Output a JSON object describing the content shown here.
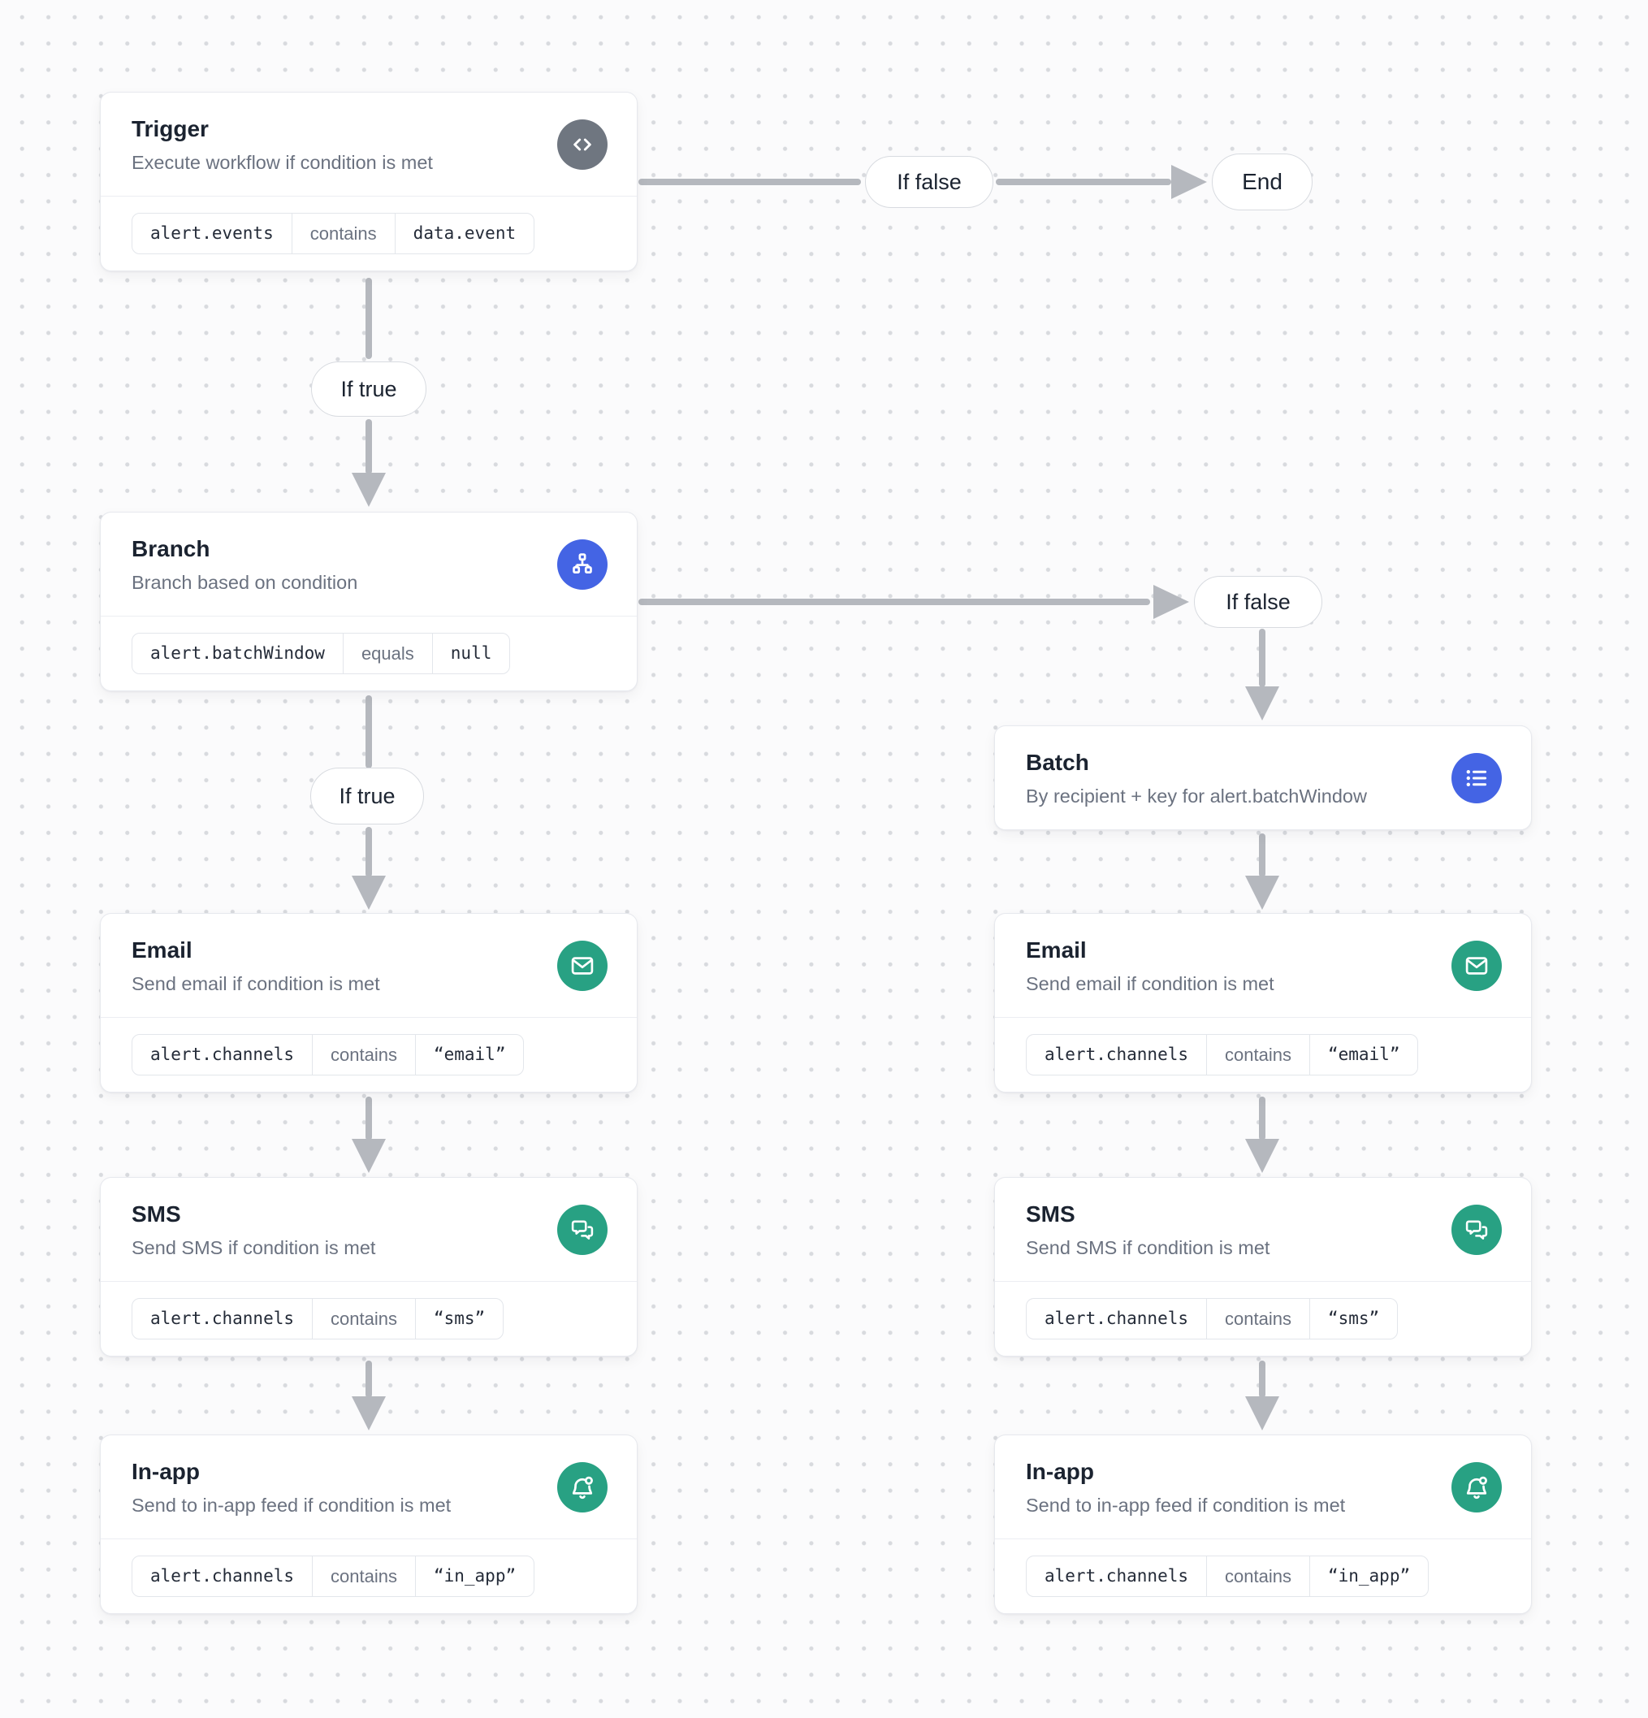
{
  "canvas": {
    "background": "#fbfbfc",
    "dot_color": "#d8dade"
  },
  "colors": {
    "trigger_icon_bg": "#6f7680",
    "branch_icon_bg": "#4464e4",
    "batch_icon_bg": "#4464e4",
    "channel_icon_bg": "#28a183",
    "connector": "#b5b8be"
  },
  "nodes": {
    "trigger": {
      "title": "Trigger",
      "subtitle": "Execute workflow if condition is met",
      "icon": "code-icon",
      "condition": {
        "field": "alert.events",
        "operator": "contains",
        "value": "data.event"
      }
    },
    "branch": {
      "title": "Branch",
      "subtitle": "Branch based on condition",
      "icon": "sitemap-icon",
      "condition": {
        "field": "alert.batchWindow",
        "operator": "equals",
        "value": "null"
      }
    },
    "batch": {
      "title": "Batch",
      "subtitle": "By recipient + key for alert.batchWindow",
      "icon": "list-icon"
    },
    "email": {
      "title": "Email",
      "subtitle": "Send email if condition is met",
      "icon": "mail-icon",
      "condition": {
        "field": "alert.channels",
        "operator": "contains",
        "value": "“email”"
      }
    },
    "sms": {
      "title": "SMS",
      "subtitle": "Send SMS if condition is met",
      "icon": "chat-icon",
      "condition": {
        "field": "alert.channels",
        "operator": "contains",
        "value": "“sms”"
      }
    },
    "inapp": {
      "title": "In-app",
      "subtitle": "Send to in-app feed if condition is met",
      "icon": "bell-icon",
      "condition": {
        "field": "alert.channels",
        "operator": "contains",
        "value": "“in_app”"
      }
    }
  },
  "edge_labels": {
    "if_true": "If true",
    "if_false": "If false"
  },
  "terminal": {
    "end": "End"
  }
}
